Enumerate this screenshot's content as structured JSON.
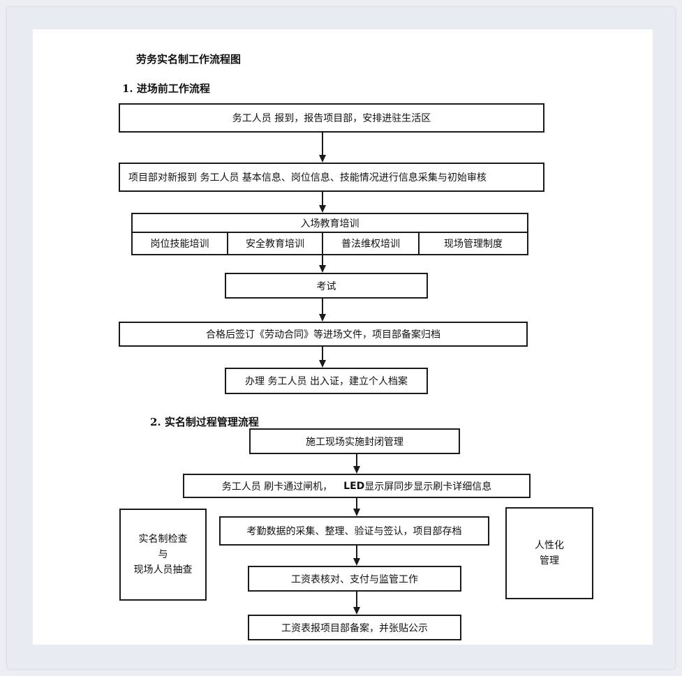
{
  "title": "劳务实名制工作流程图",
  "section1": {
    "heading": "1. 进场前工作流程",
    "step1": "务工人员  报到，报告项目部，安排进驻生活区",
    "step2": "项目部对新报到   务工人员  基本信息、岗位信息、技能情况进行信息采集与初始审核",
    "training": {
      "header": "入场教育培训",
      "items": [
        "岗位技能培训",
        "安全教育培训",
        "普法维权培训",
        "现场管理制度"
      ]
    },
    "exam": "考试",
    "step4": "合格后签订《劳动合同》等进场文件，项目部备案归档",
    "step5": "办理  务工人员  出入证，建立个人档案"
  },
  "section2": {
    "heading": "2. 实名制过程管理流程",
    "step1": "施工现场实施封闭管理",
    "step2_a": "务工人员  刷卡通过闸机，",
    "step2_led": "LED",
    "step2_b": "显示屏同步显示刷卡详细信息",
    "step3": "考勤数据的采集、整理、验证与签认，项目部存档",
    "step4": "工资表核对、支付与监管工作",
    "step5": "工资表报项目部备案，并张贴公示",
    "left_box": [
      "实名制检查",
      "与",
      "现场人员抽查"
    ],
    "right_box": [
      "人性化",
      "管理"
    ]
  }
}
